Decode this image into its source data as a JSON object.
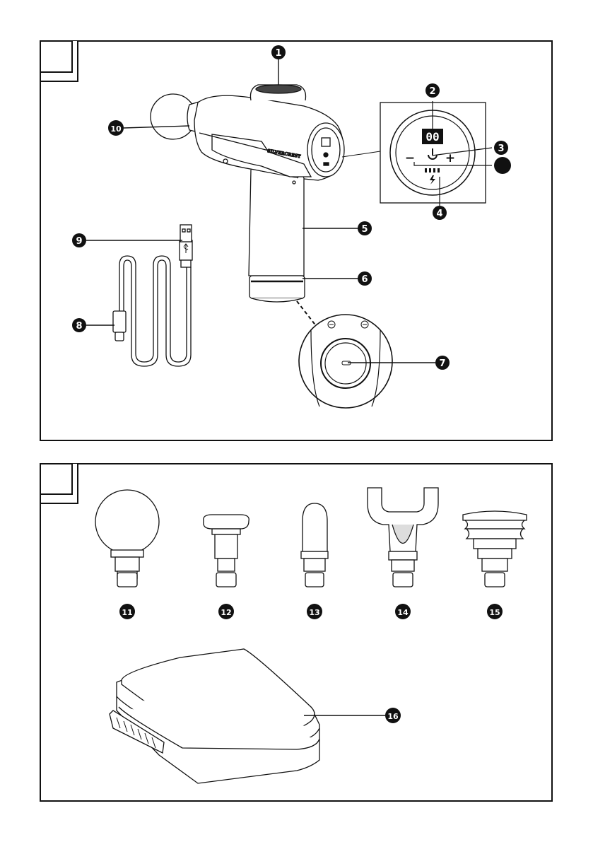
{
  "panels": [
    {
      "id": "A",
      "label": ""
    },
    {
      "id": "B",
      "label": ""
    }
  ],
  "device": {
    "brand": "SILVERCREST",
    "display_value": "00",
    "minus_sign": "−",
    "plus_sign": "+"
  },
  "callouts": {
    "c1": "1",
    "c2": "2",
    "c3": "3",
    "c4": "4",
    "c5": "5",
    "c6": "6",
    "c7": "7",
    "c8": "8",
    "c9": "9",
    "c10": "10",
    "c11": "11",
    "c12": "12",
    "c13": "13",
    "c14": "14",
    "c15": "15",
    "c16": "16"
  },
  "icons": [
    "usb-icon",
    "power-icon",
    "lightning-icon",
    "screw-icon"
  ],
  "colors": {
    "ink": "#111111",
    "paper": "#ffffff",
    "grey": "#cfcfcf"
  }
}
